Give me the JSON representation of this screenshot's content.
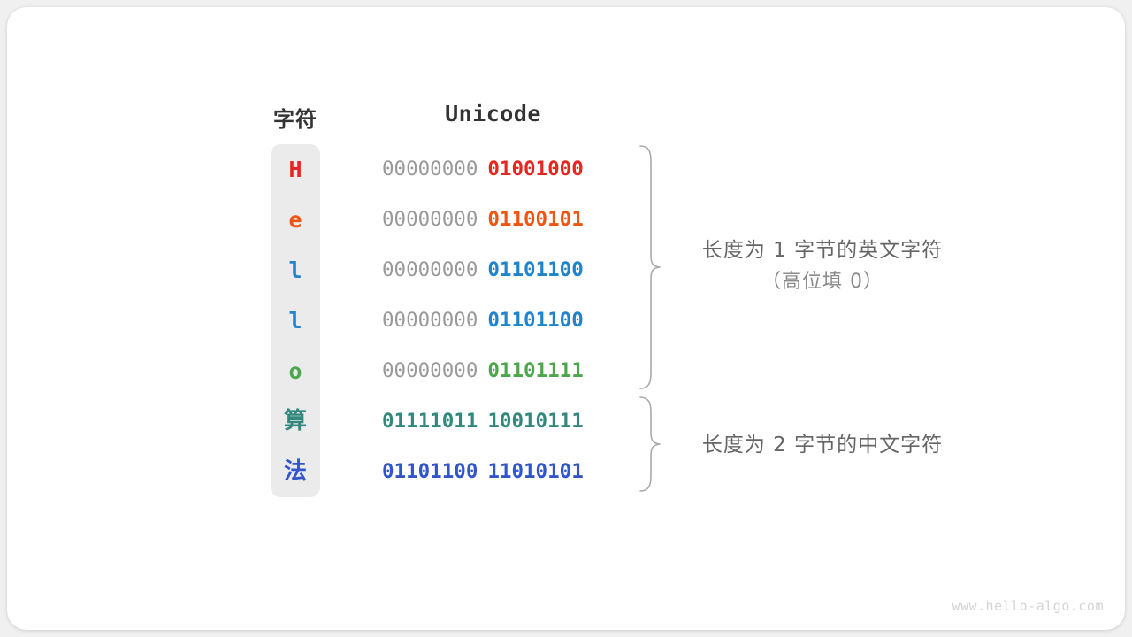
{
  "figure": {
    "headers": {
      "char": "字符",
      "unicode": "Unicode"
    },
    "rows": [
      {
        "char": "H",
        "color": "#E8251F",
        "high_byte": "00000000",
        "low_byte": "01001000",
        "high_is_padding": true,
        "cjk": false
      },
      {
        "char": "e",
        "color": "#EE5511",
        "high_byte": "00000000",
        "low_byte": "01100101",
        "high_is_padding": true,
        "cjk": false
      },
      {
        "char": "l",
        "color": "#1F84CC",
        "high_byte": "00000000",
        "low_byte": "01101100",
        "high_is_padding": true,
        "cjk": false
      },
      {
        "char": "l",
        "color": "#1F84CC",
        "high_byte": "00000000",
        "low_byte": "01101100",
        "high_is_padding": true,
        "cjk": false
      },
      {
        "char": "o",
        "color": "#4CA64C",
        "high_byte": "00000000",
        "low_byte": "01101111",
        "high_is_padding": true,
        "cjk": false
      },
      {
        "char": "算",
        "color": "#33887E",
        "high_byte": "01111011",
        "low_byte": "10010111",
        "high_is_padding": false,
        "cjk": true
      },
      {
        "char": "法",
        "color": "#3355CC",
        "high_byte": "01101100",
        "low_byte": "11010101",
        "high_is_padding": false,
        "cjk": true
      }
    ],
    "annotations": [
      {
        "line1": "长度为 1 字节的英文字符",
        "line2": "（高位填 0）"
      },
      {
        "line1": "长度为 2 字节的中文字符",
        "line2": ""
      }
    ],
    "colors": {
      "padding_byte": "#999999",
      "header_text": "#333333",
      "annotation_text": "#666666",
      "brace": "#aaaaaa",
      "char_column_bg": "#ebebeb",
      "card_bg": "#ffffff",
      "page_bg": "#f0f0f0"
    },
    "watermark": "www.hello-algo.com"
  }
}
